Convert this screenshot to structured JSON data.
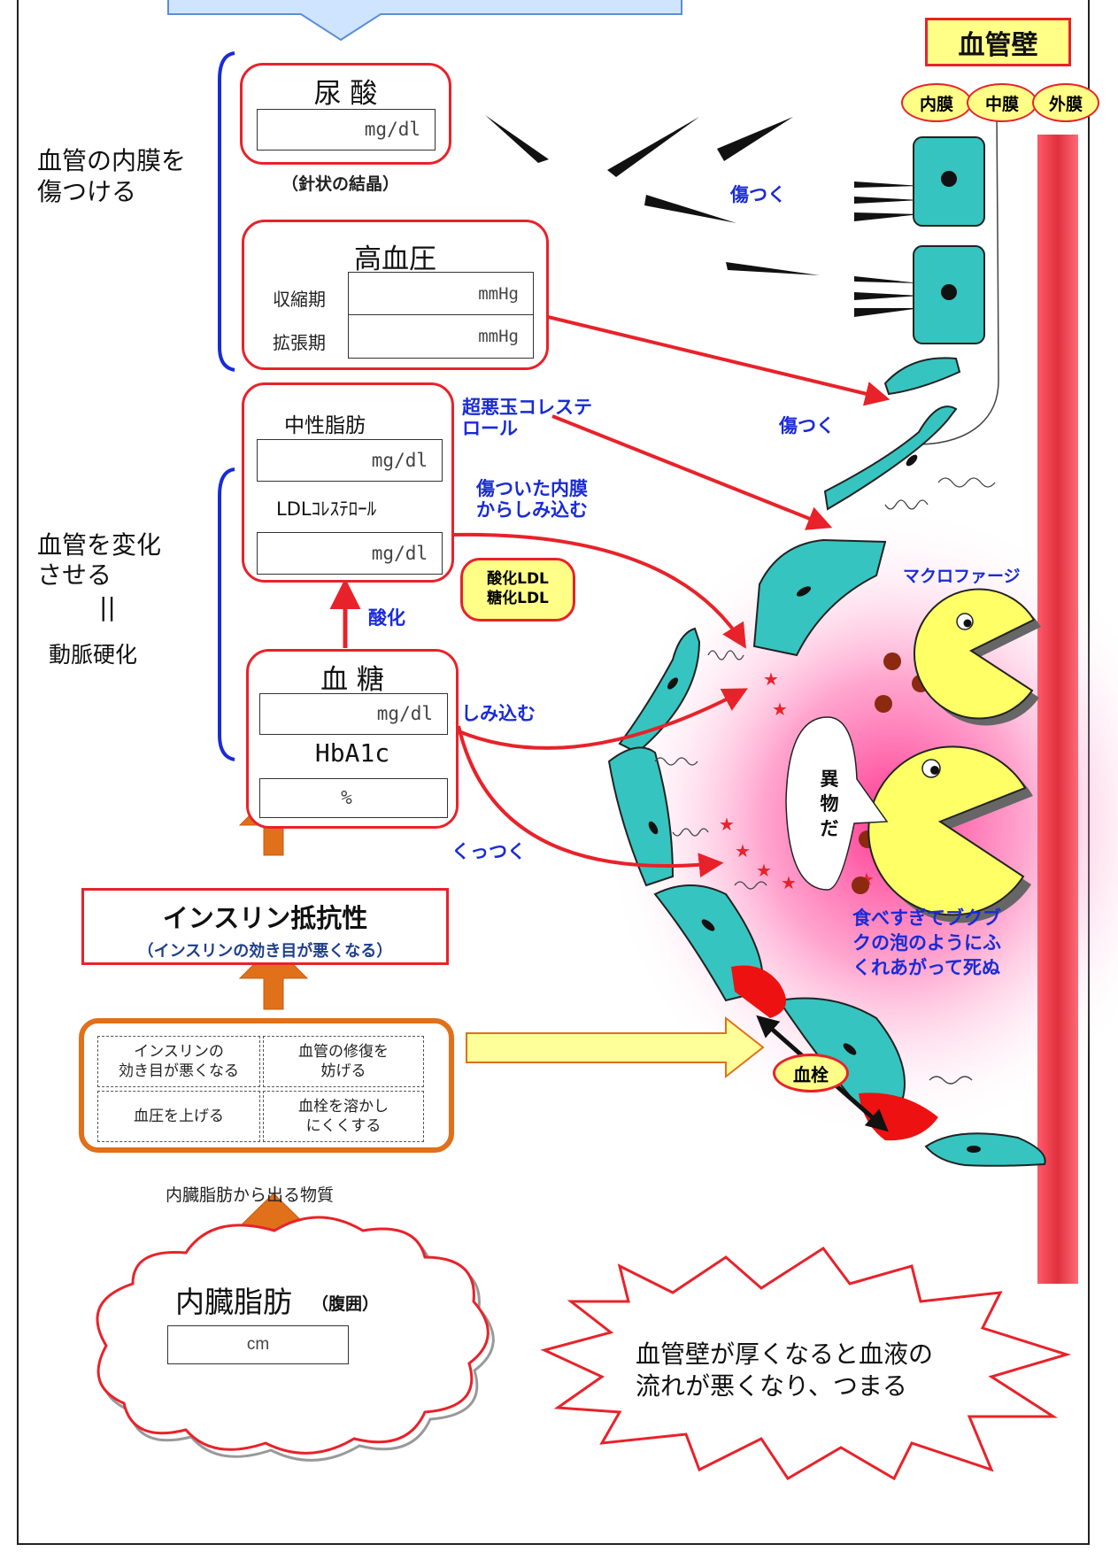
{
  "wall": {
    "title": "血管壁",
    "layers": [
      "内膜",
      "中膜",
      "外膜"
    ]
  },
  "side_labels": {
    "top": "血管の内膜を\n傷つける",
    "middle_line1": "血管を変化",
    "middle_line2": "させる",
    "middle_eq": "||",
    "middle_line3": "動脈硬化"
  },
  "uric_acid": {
    "title": "尿 酸",
    "unit": "mg/dl",
    "note": "（針状の結晶）"
  },
  "blood_pressure": {
    "title": "高血圧",
    "rows": [
      {
        "label": "収縮期",
        "unit": "mmHg"
      },
      {
        "label": "拡張期",
        "unit": "mmHg"
      }
    ]
  },
  "lipids": {
    "tg_label": "中性脂肪",
    "tg_unit": "mg/dl",
    "ldl_label": "LDLｺﾚｽﾃﾛｰﾙ",
    "ldl_unit": "mg/dl"
  },
  "oxidized_badge": {
    "line1": "酸化LDL",
    "line2": "糖化LDL"
  },
  "glucose": {
    "title": "血 糖",
    "unit": "mg/dl",
    "hba1c_label": "HbA1c",
    "hba1c_unit": "%"
  },
  "annotations": {
    "damage1": "傷つく",
    "damage2": "傷つく",
    "super_bad_line1": "超悪玉コレステ",
    "super_bad_line2": "ロール",
    "seep_line1": "傷ついた内膜",
    "seep_line2": "からしみ込む",
    "oxidation": "酸化",
    "seep": "しみ込む",
    "stick": "くっつく",
    "macrophage": "マクロファージ",
    "foreign_speech": "異\n物\nだ",
    "die_line1": "食べすぎてブクブ",
    "die_line2": "クの泡のようにふ",
    "die_line3": "くれあがって死ぬ",
    "clot": "血栓"
  },
  "insulin": {
    "title": "インスリン抵抗性",
    "subtitle": "（インスリンの効き目が悪くなる）"
  },
  "substances": {
    "cells": [
      "インスリンの\n効き目が悪くなる",
      "血管の修復を\n妨げる",
      "血圧を上げる",
      "血栓を溶かし\nにくくする"
    ],
    "caption": "内臓脂肪から出る物質"
  },
  "visceral": {
    "title": "内臓脂肪",
    "sub": "（腹囲）",
    "unit": "cm"
  },
  "burst": {
    "line1": "血管壁が厚くなると血液の",
    "line2": "流れが悪くなり、つまる"
  },
  "colors": {
    "red": "#e8222a",
    "blue": "#1a2bd6",
    "teal": "#36c4c0",
    "orange": "#e0701a",
    "yellow": "#ffff66",
    "pink": "#ff2a8a"
  }
}
